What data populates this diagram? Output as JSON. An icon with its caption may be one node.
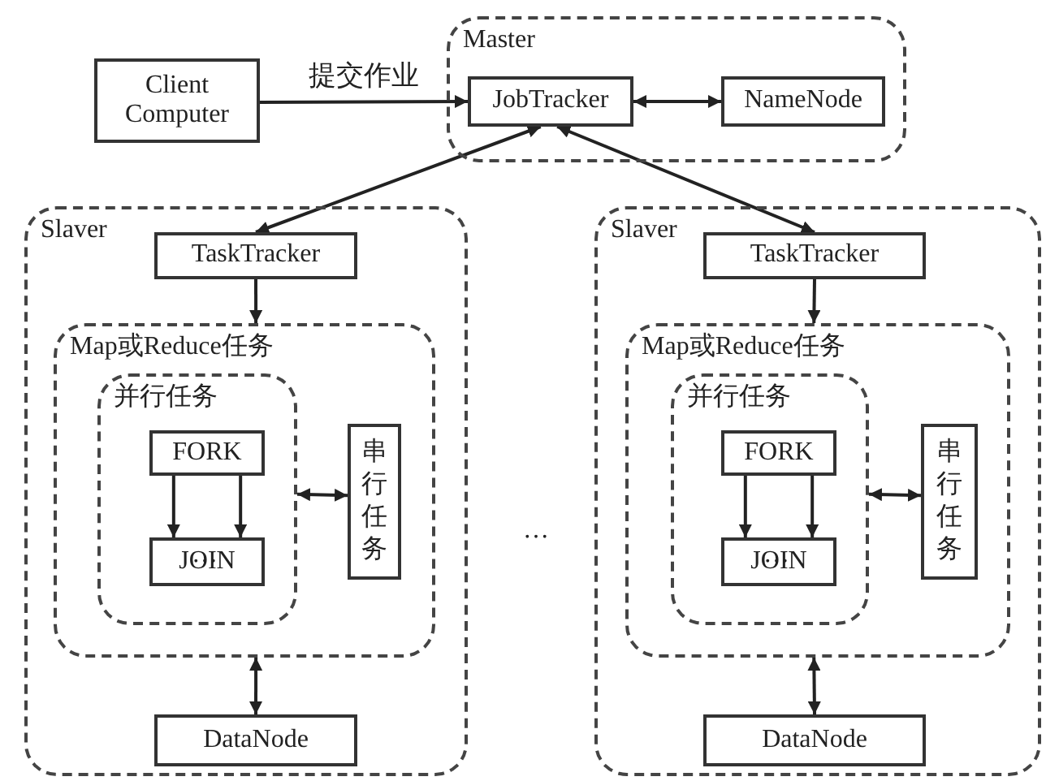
{
  "diagram": {
    "nodes": [
      {
        "text": [
          "Client Computer"
        ]
      },
      {
        "text": [
          "Master"
        ]
      },
      {
        "text": [
          "JobTracker"
        ],
        "in": 1
      },
      {
        "text": [
          "NameNode"
        ],
        "in": 1
      },
      {
        "text": [
          "Slaver"
        ]
      },
      {
        "text": [
          "TaskTracker"
        ],
        "in": 4
      },
      {
        "text": [
          "Map或Reduce任务"
        ],
        "in": 4
      },
      {
        "text": [
          "并行任务"
        ],
        "in": 6
      },
      {
        "text": [
          "FORK"
        ],
        "in": 7
      },
      {
        "text": [
          "JOIN"
        ],
        "in": 7
      },
      {
        "text": [
          "串行任务"
        ],
        "in": 6
      },
      {
        "text": [
          "DataNode"
        ],
        "in": 4
      },
      {
        "text": [
          "Slaver"
        ]
      },
      {
        "text": [
          "TaskTracker"
        ],
        "in": 12
      },
      {
        "text": [
          "Map或Reduce任务"
        ],
        "in": 12
      },
      {
        "text": [
          "并行任务"
        ],
        "in": 14
      },
      {
        "text": [
          "FORK"
        ],
        "in": 15
      },
      {
        "text": [
          "JOIN"
        ],
        "in": 15
      },
      {
        "text": [
          "串行任务"
        ],
        "in": 14
      },
      {
        "text": [
          "DataNode"
        ],
        "in": 12
      }
    ],
    "edges": [
      {
        "from": 0,
        "to": 2,
        "arrow": "to",
        "label": "提交作业"
      },
      {
        "from": 2,
        "to": 3,
        "arrow": "both"
      },
      {
        "from": 2,
        "to": 5,
        "arrow": "both"
      },
      {
        "from": 5,
        "to": 6,
        "arrow": "to"
      },
      {
        "from": 8,
        "to": 9,
        "arrow": "to"
      },
      {
        "from": 8,
        "to": 9,
        "arrow": "to"
      },
      {
        "from": 7,
        "to": 10,
        "arrow": "both"
      },
      {
        "from": 6,
        "to": 11,
        "arrow": "both"
      },
      {
        "from": 2,
        "to": 13,
        "arrow": "both"
      },
      {
        "from": 13,
        "to": 14,
        "arrow": "to"
      },
      {
        "from": 16,
        "to": 17,
        "arrow": "to"
      },
      {
        "from": 16,
        "to": 17,
        "arrow": "to"
      },
      {
        "from": 15,
        "to": 18,
        "arrow": "both"
      },
      {
        "from": 14,
        "to": 19,
        "arrow": "both"
      }
    ],
    "labels": [
      "…",
      "…",
      "…"
    ]
  }
}
